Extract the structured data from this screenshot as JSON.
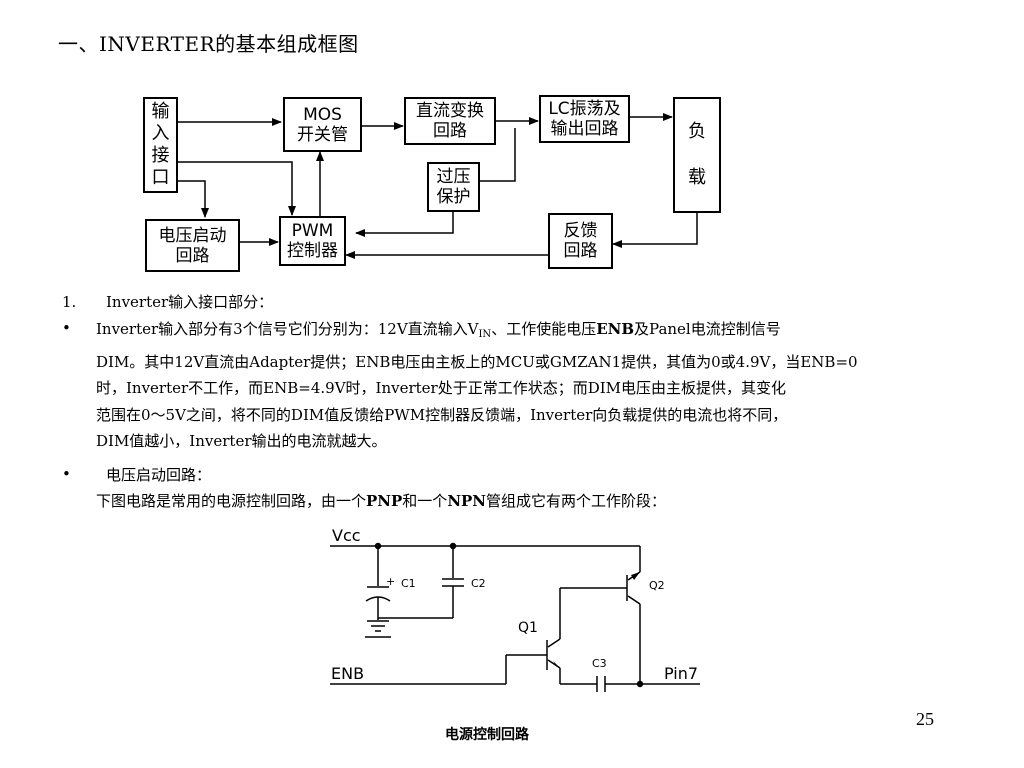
{
  "slide": {
    "title": "一、INVERTER的基本组成框图",
    "page_number": "25"
  },
  "diagram": {
    "input_port": [
      "输",
      "入",
      "接",
      "口"
    ],
    "mos_line1": "MOS",
    "mos_line2": "开关管",
    "dc_line1": "直流变换",
    "dc_line2": "回路",
    "lc_line1": "LC振荡及",
    "lc_line2": "输出回路",
    "load": [
      "负",
      "载"
    ],
    "ovp_line1": "过压",
    "ovp_line2": "保护",
    "startup_line1": "电压启动",
    "startup_line2": "回路",
    "pwm_line1": "PWM",
    "pwm_line2": "控制器",
    "feedback_line1": "反馈",
    "feedback_line2": "回路"
  },
  "section1": {
    "number": "1.",
    "heading": "Inverter输入接口部分：",
    "bullet": "•",
    "p1_a": "Inverter输入部分有3个信号它们分别为：12V直流输入V",
    "p1_sub": "IN",
    "p1_b": "、工作使能电压",
    "p1_bold": "ENB",
    "p1_c": "及Panel电流控制信号",
    "p2": "DIM。其中12V直流由Adapter提供；ENB电压由主板上的MCU或GMZAN1提供，其值为0或4.9V，当ENB=0",
    "p3": "时，Inverter不工作，而ENB=4.9V时，Inverter处于正常工作状态；而DIM电压由主板提供，其变化",
    "p4": "范围在0～5V之间，将不同的DIM值反馈给PWM控制器反馈端，Inverter向负载提供的电流也将不同，",
    "p5": "DIM值越小，Inverter输出的电流就越大。"
  },
  "section2": {
    "bullet": "•",
    "heading": "电压启动回路：",
    "desc_a": "下图电路是常用的电源控制回路，由一个",
    "desc_pnp": "PNP",
    "desc_b": "和一个",
    "desc_npn": "NPN",
    "desc_c": "管组成它有两个工作阶段："
  },
  "circuit": {
    "vcc": "Vcc",
    "c1": "C1",
    "c2": "C2",
    "q1": "Q1",
    "q2": "Q2",
    "c3": "C3",
    "enb": "ENB",
    "pin7": "Pin7",
    "plus": "+",
    "caption": "电源控制回路"
  }
}
